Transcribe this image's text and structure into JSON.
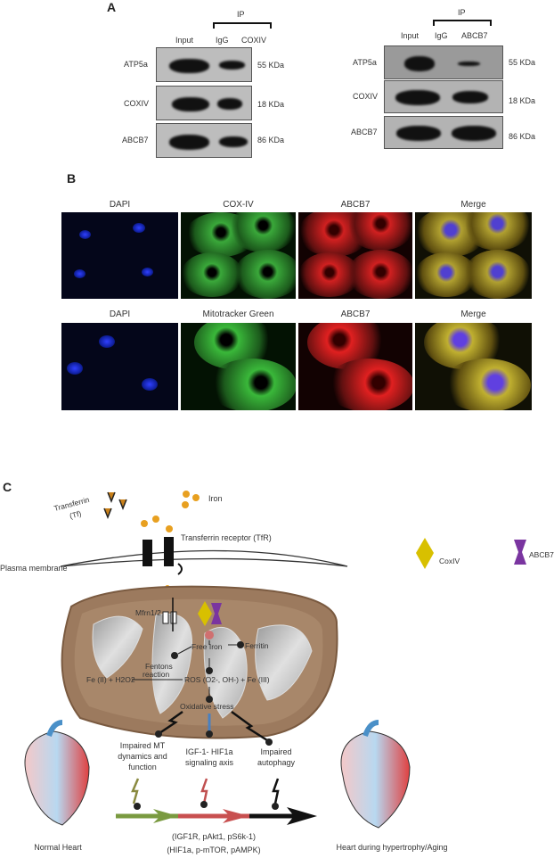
{
  "panel_a": {
    "letter": "A",
    "left": {
      "ip_label": "IP",
      "lanes": [
        "Input",
        "IgG",
        "COXIV"
      ],
      "rows": [
        {
          "protein": "ATP5a",
          "size": "55 KDa"
        },
        {
          "protein": "COXIV",
          "size": "18 KDa"
        },
        {
          "protein": "ABCB7",
          "size": "86 KDa"
        }
      ]
    },
    "right": {
      "ip_label": "IP",
      "lanes": [
        "Input",
        "IgG",
        "ABCB7"
      ],
      "rows": [
        {
          "protein": "ATP5a",
          "size": "55 KDa"
        },
        {
          "protein": "COXIV",
          "size": "18 KDa"
        },
        {
          "protein": "ABCB7",
          "size": "86 KDa"
        }
      ]
    }
  },
  "panel_b": {
    "letter": "B",
    "row1": [
      "DAPI",
      "COX-IV",
      "ABCB7",
      "Merge"
    ],
    "row2": [
      "DAPI",
      "Mitotracker Green",
      "ABCB7",
      "Merge"
    ]
  },
  "panel_c": {
    "letter": "C",
    "transferrin": "Transferrin",
    "transferrin_abbr": "(Tf)",
    "iron": "Iron",
    "receptor": "Transferrin receptor (TfR)",
    "plasma_membrane": "Plasma membrane",
    "legend": [
      {
        "label": "CoxIV",
        "color": "#d8c000"
      },
      {
        "label": "ABCB7",
        "color": "#7a35a0"
      }
    ],
    "mfrn": "Mfrn1/2",
    "free_iron": "Free Iron",
    "ferritin": "Ferritin",
    "fentons": "Fentons",
    "reaction": "reaction",
    "fe2": "Fe (II) + H2O2",
    "ros": "ROS (O2-, OH-) + Fe (III)",
    "oxidative_stress": "Oxidative stress",
    "outcome1": [
      "Impaired MT",
      "dynamics and",
      "function"
    ],
    "outcome2": [
      "IGF-1- HIF1a",
      "signaling axis"
    ],
    "outcome3": [
      "Impaired",
      "autophagy"
    ],
    "markers1": "(IGF1R, pAkt1, pS6k-1)",
    "markers2": "(HIF1a, p-mTOR, pAMPK)",
    "normal_heart": "Normal Heart",
    "diseased_heart": "Heart during hypertrophy/Aging"
  }
}
